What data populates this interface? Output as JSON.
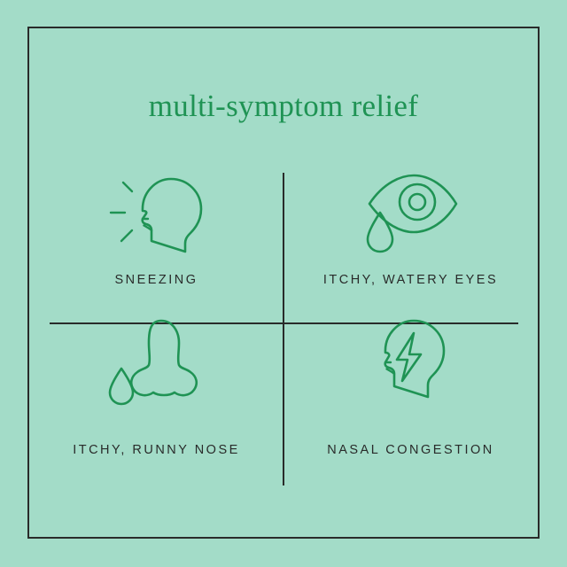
{
  "poster": {
    "title": "multi-symptom relief",
    "background_color": "#a3dcc8",
    "accent_color": "#1f9354",
    "text_color": "#292b2a",
    "frame_color": "#292b2a"
  },
  "quadrants": [
    {
      "label": "SNEEZING",
      "icon": "sneezing-head-icon",
      "position": "top-left"
    },
    {
      "label": "ITCHY, WATERY EYES",
      "icon": "watery-eye-icon",
      "position": "top-right"
    },
    {
      "label": "ITCHY, RUNNY NOSE",
      "icon": "runny-nose-icon",
      "position": "bottom-left"
    },
    {
      "label": "NASAL CONGESTION",
      "icon": "head-lightning-bolt-icon",
      "position": "bottom-right"
    }
  ]
}
